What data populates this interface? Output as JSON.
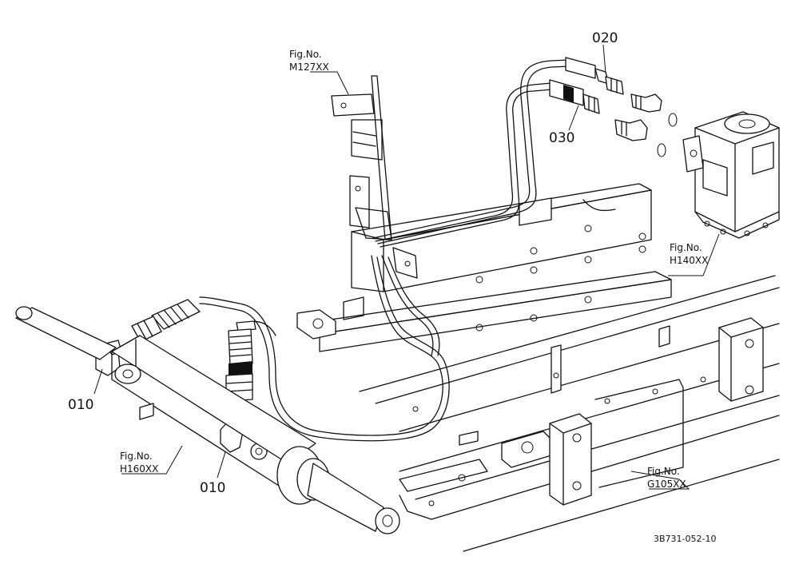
{
  "parts": {
    "p020": "020",
    "p030": "030",
    "p010_upper": "010",
    "p010_lower": "010"
  },
  "figrefs": {
    "fig_label": "Fig.No.",
    "m127": "M127XX",
    "h140": "H140XX",
    "h160": "H160XX",
    "g105": "G105XX"
  },
  "drawing_code": "3B731-052-10"
}
